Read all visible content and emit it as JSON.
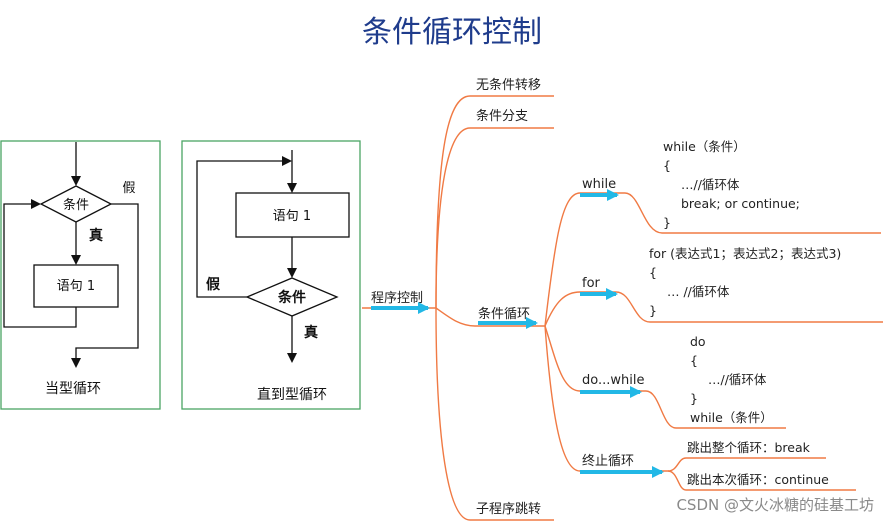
{
  "title": "条件循环控制",
  "flowchart_while": {
    "condition": "条件",
    "false_label": "假",
    "true_label": "真",
    "statement": "语句 1",
    "caption": "当型循环"
  },
  "flowchart_until": {
    "statement": "语句 1",
    "condition": "条件",
    "false_label": "假",
    "true_label": "真",
    "caption": "直到型循环"
  },
  "mindmap": {
    "root": "程序控制",
    "branches": {
      "unconditional": "无条件转移",
      "branch": "条件分支",
      "loop": "条件循环",
      "subroutine": "子程序跳转"
    },
    "loop_children": {
      "while": {
        "label": "while",
        "code": [
          "while（条件）",
          "{",
          "…//循环体",
          "break; or continue;",
          "}"
        ]
      },
      "for": {
        "label": "for",
        "code": [
          "for (表达式1；表达式2；表达式3)",
          "{",
          "… //循环体",
          "}"
        ]
      },
      "dowhile": {
        "label": "do...while",
        "code": [
          "do",
          "{",
          "…//循环体",
          "}",
          "while（条件）"
        ]
      },
      "terminate": {
        "label": "终止循环",
        "items": [
          "跳出整个循环：break",
          "跳出本次循环：continue"
        ]
      }
    }
  },
  "watermark": "CSDN @文火冰糖的硅基工坊",
  "colors": {
    "branch_line": "#f07a44",
    "arrow": "#22b8e6",
    "box_border": "#4aa564",
    "title": "#1f3c8c"
  }
}
